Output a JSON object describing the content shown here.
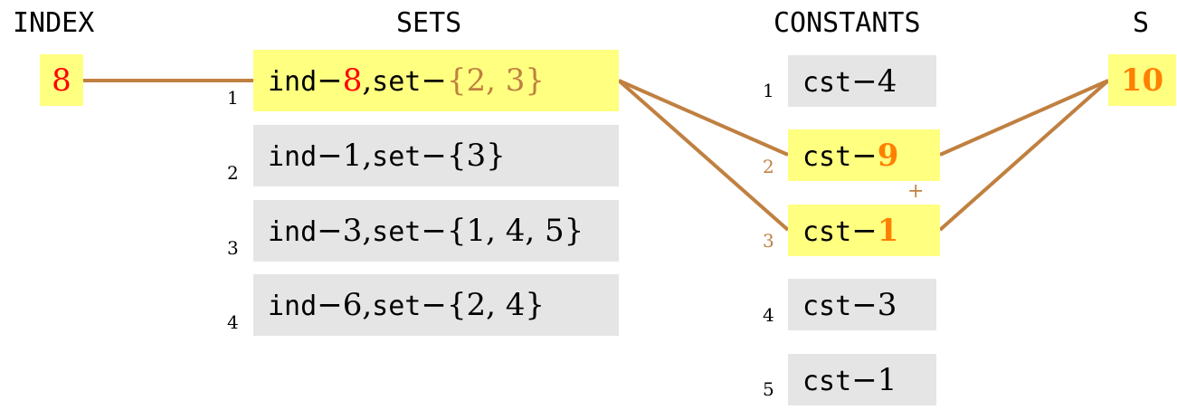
{
  "headers": {
    "index": "INDEX",
    "sets": "SETS",
    "constants": "CONSTANTS",
    "s": "S"
  },
  "index_value": "8",
  "sets": [
    {
      "num": "1",
      "ind_label": "ind",
      "dash1": " − ",
      "ind": "8",
      "comma": ", ",
      "set_label": "set",
      "dash2": " − ",
      "set": "{2, 3}",
      "highlight": true
    },
    {
      "num": "2",
      "ind_label": "ind",
      "dash1": " − ",
      "ind": "1",
      "comma": ", ",
      "set_label": "set",
      "dash2": " − ",
      "set": "{3}",
      "highlight": false
    },
    {
      "num": "3",
      "ind_label": "ind",
      "dash1": "−",
      "ind": "3",
      "comma": ", ",
      "set_label": "set",
      "dash2": "−",
      "set": "{1, 4, 5}",
      "highlight": false
    },
    {
      "num": "4",
      "ind_label": "ind",
      "dash1": " − ",
      "ind": "6",
      "comma": ", ",
      "set_label": "set",
      "dash2": " − ",
      "set": "{2, 4}",
      "highlight": false
    }
  ],
  "constants": [
    {
      "num": "1",
      "label": "cst",
      "dash": " − ",
      "value": "4",
      "highlight": false
    },
    {
      "num": "2",
      "label": "cst",
      "dash": " − ",
      "value": "9",
      "highlight": true
    },
    {
      "num": "3",
      "label": "cst",
      "dash": " − ",
      "value": "1",
      "highlight": true
    },
    {
      "num": "4",
      "label": "cst",
      "dash": " − ",
      "value": "3",
      "highlight": false
    },
    {
      "num": "5",
      "label": "cst",
      "dash": " − ",
      "value": "1",
      "highlight": false
    }
  ],
  "plus_sign": "+",
  "s_value": "10",
  "colors": {
    "highlight": "#ffff80",
    "grey": "#e5e5e5",
    "connector": "#c08040",
    "red": "#ff0000",
    "orange": "#ff8000"
  }
}
